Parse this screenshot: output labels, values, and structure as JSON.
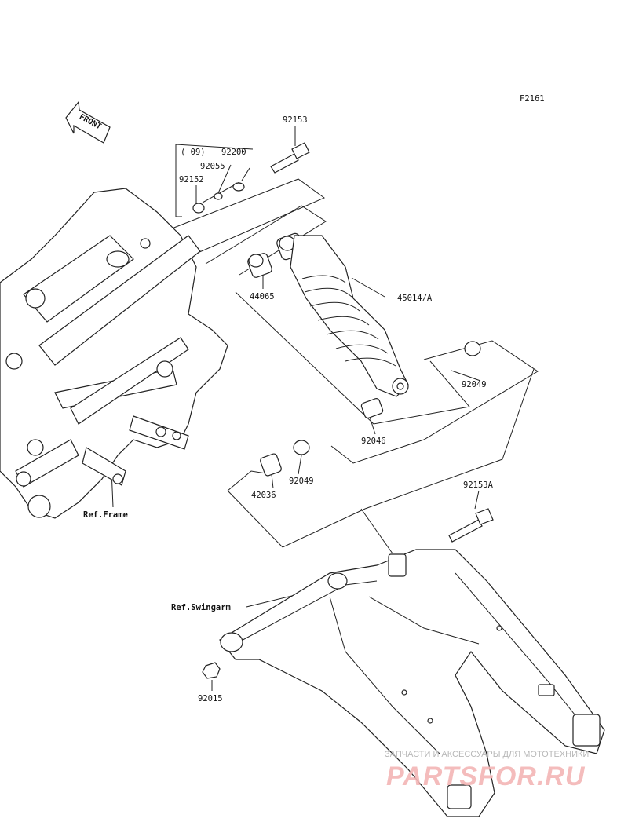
{
  "figure_code": "F2161",
  "direction_label": "FRONT",
  "variant_note": "('09)",
  "parts": {
    "bolt_upper": "92153",
    "washer": "92200",
    "oring": "92055",
    "collar_upper_small": "92152",
    "bushing_upper": "44065",
    "shock_absorber": "45014/A",
    "seal_right": "92049",
    "bushing_lower": "92046",
    "seal_left": "92049",
    "collar_lower": "42036",
    "bolt_lower": "92153A",
    "nut": "92015"
  },
  "refs": {
    "frame": "Ref.Frame",
    "swingarm": "Ref.Swingarm"
  },
  "watermark": {
    "tagline": "ЗАПЧАСТИ И АКСЕССУАРЫ ДЛЯ МОТОТЕХНИКИ",
    "brand": "PARTSFOR.RU",
    "colors": {
      "main": "#d83a3a",
      "light": "#f3b5b5"
    }
  }
}
